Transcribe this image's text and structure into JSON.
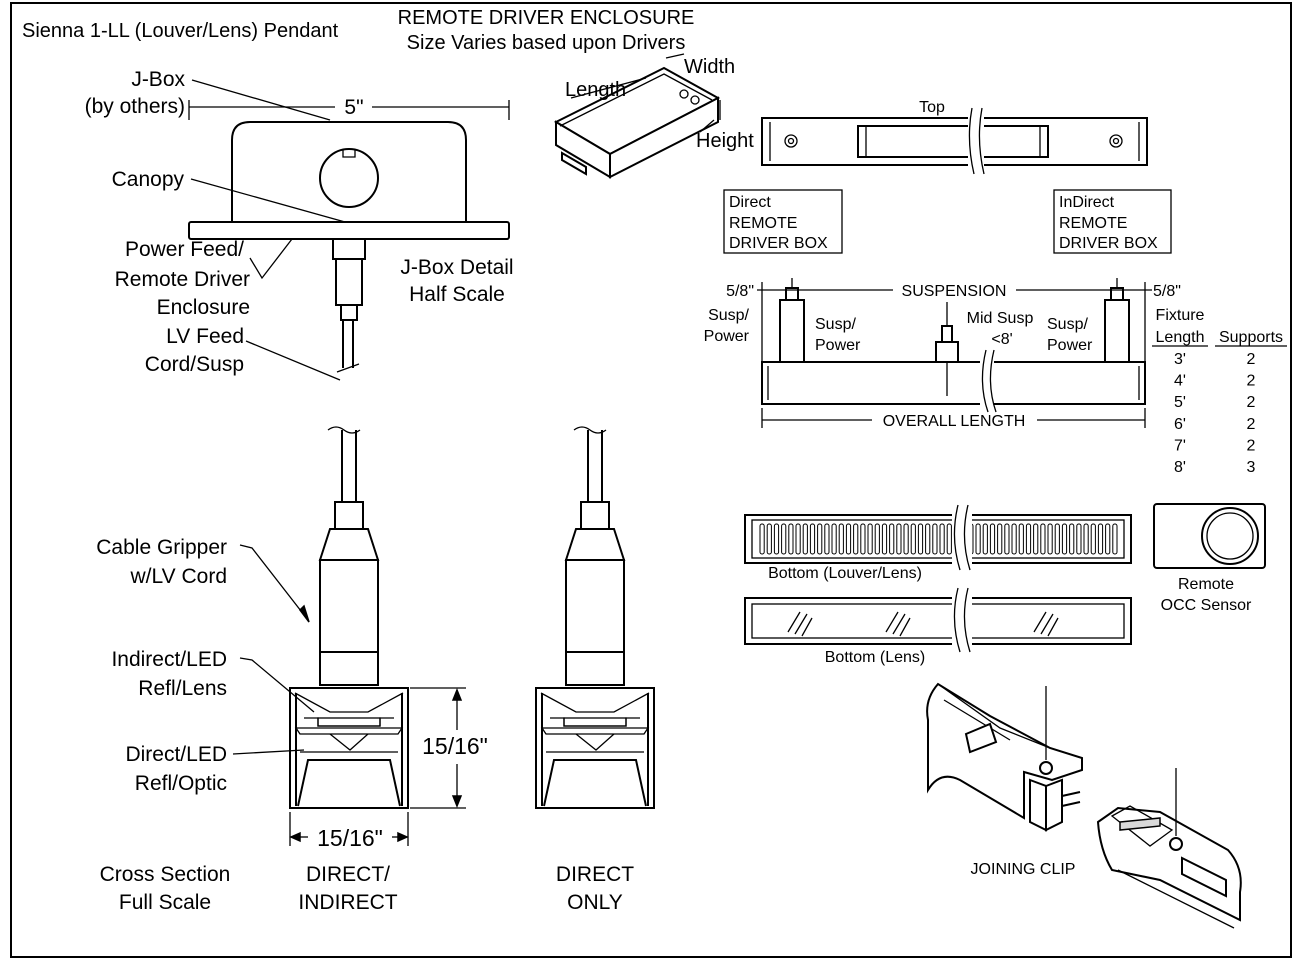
{
  "title": "Sienna 1-LL (Louver/Lens) Pendant",
  "remote_enclosure": {
    "title": "REMOTE DRIVER ENCLOSURE",
    "subtitle": "Size Varies based upon Drivers",
    "length": "Length",
    "width": "Width",
    "height": "Height"
  },
  "jbox": {
    "label_1": "J-Box",
    "label_2": "(by others)",
    "dim": "5\"",
    "canopy": "Canopy",
    "power_1": "Power Feed/",
    "power_2": "Remote Driver",
    "power_3": "Enclosure",
    "lv_1": "LV Feed",
    "lv_2": "Cord/Susp",
    "detail_1": "J-Box Detail",
    "detail_2": "Half Scale"
  },
  "cross_section": {
    "gripper_1": "Cable Gripper",
    "gripper_2": "w/LV Cord",
    "indirect_1": "Indirect/LED",
    "indirect_2": "Refl/Lens",
    "direct_1": "Direct/LED",
    "direct_2": "Refl/Optic",
    "dim_h": "15/16\"",
    "dim_w": "15/16\"",
    "scale_1": "Cross Section",
    "scale_2": "Full Scale",
    "di_1": "DIRECT/",
    "di_2": "INDIRECT",
    "do_1": "DIRECT",
    "do_2": "ONLY"
  },
  "top_view": {
    "top": "Top",
    "direct_box": [
      "Direct",
      "REMOTE",
      "DRIVER BOX"
    ],
    "indirect_box": [
      "InDirect",
      "REMOTE",
      "DRIVER BOX"
    ]
  },
  "suspension": {
    "left_dim": "5/8\"",
    "right_dim": "5/8\"",
    "title": "SUSPENSION",
    "susp_power_left_1": "Susp/",
    "susp_power_left_2": "Power",
    "susp_power_inner_1": "Susp/",
    "susp_power_inner_2": "Power",
    "mid_1": "Mid Susp",
    "mid_2": "<8'",
    "susp_power_right_1": "Susp/",
    "susp_power_right_2": "Power",
    "overall": "OVERALL LENGTH"
  },
  "supports_table": {
    "header_fixture": "Fixture",
    "header_length": "Length",
    "header_supports": "Supports",
    "rows": [
      {
        "length": "3'",
        "supports": "2"
      },
      {
        "length": "4'",
        "supports": "2"
      },
      {
        "length": "5'",
        "supports": "2"
      },
      {
        "length": "6'",
        "supports": "2"
      },
      {
        "length": "7'",
        "supports": "2"
      },
      {
        "length": "8'",
        "supports": "3"
      }
    ]
  },
  "bottom_views": {
    "louver": "Bottom (Louver/Lens)",
    "lens": "Bottom (Lens)",
    "sensor_1": "Remote",
    "sensor_2": "OCC Sensor"
  },
  "joining_clip": "JOINING CLIP"
}
